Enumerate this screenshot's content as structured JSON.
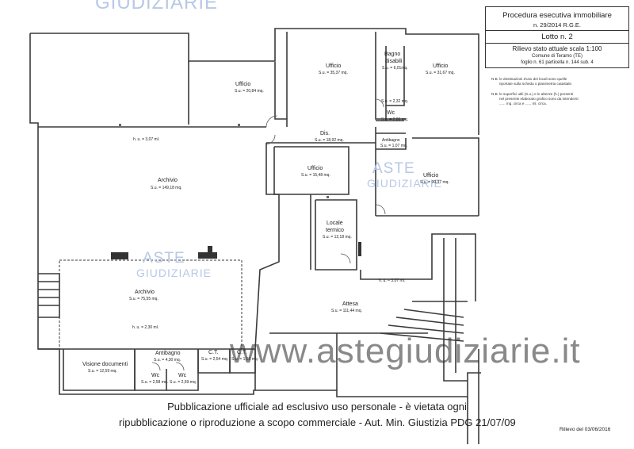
{
  "title_block": {
    "line1": "Procedura esecutiva immobiliare",
    "line2": "n. 29/2014 R.G.E.",
    "line3": "Lotto n. 2",
    "line4": "Rilievo stato attuale scala 1:100",
    "line5": "Comune di Teramo (TE)",
    "line6": "foglio n. 61 particella n. 144 sub. 4"
  },
  "notes": {
    "n1a": "N.B. le destinazioni d'uso dei locali sono quelle",
    "n1b": "riportate sulla scheda o planimetria catastale.",
    "n2a": "N.B. le superfici utili (S.u.) e le altezze (h.) presenti",
    "n2b": "nel presente elaborato grafico sono da intendersi",
    "n2c": "...... mq. circa e ...... ml. circa."
  },
  "rooms": {
    "ufficio1": {
      "name": "Ufficio",
      "area": "S.u. = 20,84 mq."
    },
    "ufficio2": {
      "name": "Ufficio",
      "area": "S.u. = 35,37 mq."
    },
    "bagno": {
      "name": "Bagno",
      "name2": "disabili",
      "area": "S.u. = 6,01mq."
    },
    "bagno_small": {
      "area": "S.u. = 2,32 mq."
    },
    "ufficio3": {
      "name": "Ufficio",
      "area": "S.u. = 31,67 mq."
    },
    "wc": {
      "name": "Wc",
      "area": "S.u. = 2,80 mq."
    },
    "antibagno": {
      "name": "Antibagno",
      "area": "S.u. = 1,07 mq."
    },
    "dis": {
      "name": "Dis.",
      "area": "S.u. = 18,92 mq."
    },
    "ufficio4": {
      "name": "Ufficio",
      "area": "S.u. = 15,48 mq."
    },
    "ufficio5": {
      "name": "Ufficio",
      "area": "S.u. = 30,37 mq."
    },
    "locale": {
      "name": "Locale",
      "name2": "termico",
      "area": "S.u. = 12,18 mq."
    },
    "archivio1": {
      "name": "Archivio",
      "area": "S.u. = 149,18 mq.",
      "height": "h. u. = 3,07 ml."
    },
    "archivio2": {
      "name": "Archivio",
      "area": "S.u. = 75,55 mq.",
      "height": "h. u. = 2,30 ml."
    },
    "attesa": {
      "name": "Attesa",
      "area": "S.u. = 111,44 mq.",
      "height": "h. u. = 3,07 ml."
    },
    "visione": {
      "name": "Visione documenti",
      "area": "S.u. = 12,59 mq."
    },
    "antibagno2": {
      "name": "Antibagno",
      "area": "S.u. = 4,30 mq."
    },
    "ct1": {
      "name": "C.T.",
      "area": "S.u. = 2,54 mq."
    },
    "ct2": {
      "name": "C.T.",
      "area": "S.u. = 1,56 mq."
    },
    "wc2": {
      "name": "Wc",
      "area": "S.u. = 2,58 mq."
    },
    "wc3": {
      "name": "Wc",
      "area": "S.u. = 2,59 mq."
    }
  },
  "watermarks": {
    "aste": "ASTE",
    "giudiziarie": "GIUDIZIARIE",
    "top_partial": "GIUDIZIARIE",
    "site": "www.astegiudiziarie.it"
  },
  "footer": {
    "line1": "Pubblicazione ufficiale ad esclusivo uso personale - è vietata ogni",
    "line2": "ripubblicazione o riproduzione a scopo commerciale - Aut. Min. Giustizia PDG 21/07/09",
    "date": "Rilievo del 03/06/2016"
  }
}
